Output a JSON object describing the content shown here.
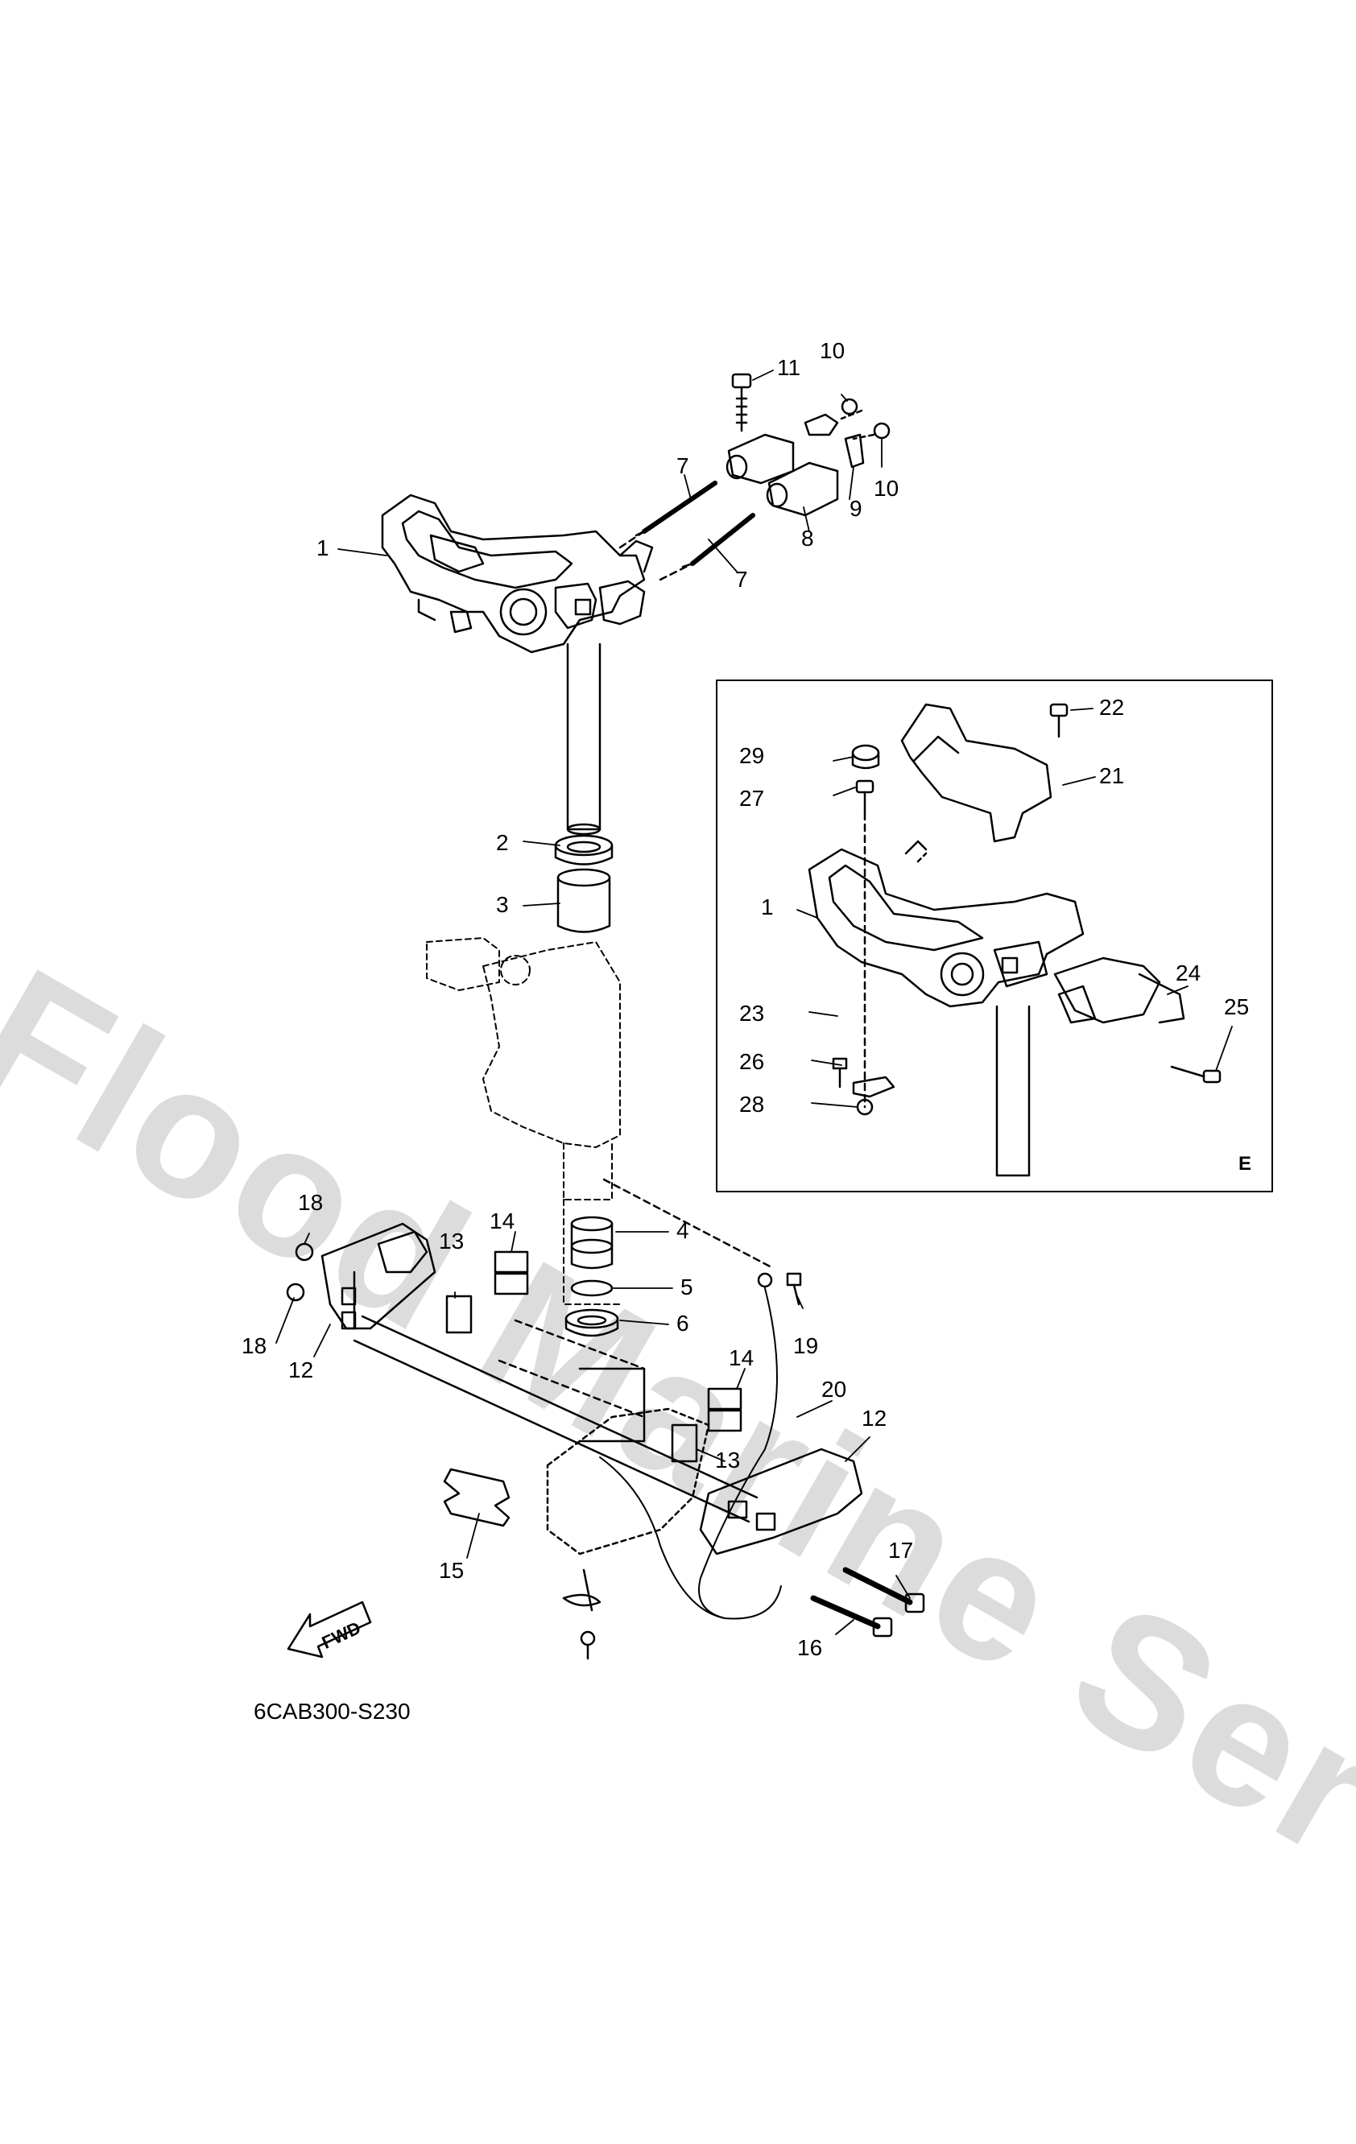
{
  "watermark": "Flood Marine Services",
  "diagram_code": "6CAB300-S230",
  "inset_label": "E",
  "fwd_arrow_text": "FWD",
  "callouts": [
    {
      "id": "c1",
      "text": "1"
    },
    {
      "id": "c2",
      "text": "2"
    },
    {
      "id": "c3",
      "text": "3"
    },
    {
      "id": "c4",
      "text": "4"
    },
    {
      "id": "c5",
      "text": "5"
    },
    {
      "id": "c6",
      "text": "6"
    },
    {
      "id": "c7a",
      "text": "7"
    },
    {
      "id": "c7b",
      "text": "7"
    },
    {
      "id": "c8",
      "text": "8"
    },
    {
      "id": "c9",
      "text": "9"
    },
    {
      "id": "c10a",
      "text": "10"
    },
    {
      "id": "c10b",
      "text": "10"
    },
    {
      "id": "c11",
      "text": "11"
    },
    {
      "id": "c12a",
      "text": "12"
    },
    {
      "id": "c12b",
      "text": "12"
    },
    {
      "id": "c13a",
      "text": "13"
    },
    {
      "id": "c13b",
      "text": "13"
    },
    {
      "id": "c14a",
      "text": "14"
    },
    {
      "id": "c14b",
      "text": "14"
    },
    {
      "id": "c15",
      "text": "15"
    },
    {
      "id": "c16",
      "text": "16"
    },
    {
      "id": "c17",
      "text": "17"
    },
    {
      "id": "c18a",
      "text": "18"
    },
    {
      "id": "c18b",
      "text": "18"
    },
    {
      "id": "c19",
      "text": "19"
    },
    {
      "id": "c20",
      "text": "20"
    },
    {
      "id": "c21",
      "text": "21"
    },
    {
      "id": "c22",
      "text": "22"
    },
    {
      "id": "c23",
      "text": "23"
    },
    {
      "id": "c24",
      "text": "24"
    },
    {
      "id": "c25",
      "text": "25"
    },
    {
      "id": "c26",
      "text": "26"
    },
    {
      "id": "c27",
      "text": "27"
    },
    {
      "id": "c28",
      "text": "28"
    },
    {
      "id": "c29",
      "text": "29"
    },
    {
      "id": "c1e",
      "text": "1"
    }
  ]
}
